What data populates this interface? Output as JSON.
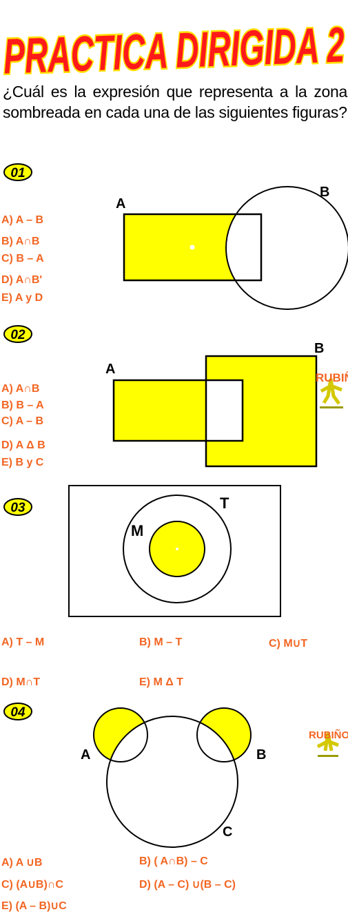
{
  "title": "PRACTICA DIRIGIDA 2",
  "question": "¿Cuál es la expresión que representa a la zona sombreada en  cada una de las siguientes figuras?",
  "colors": {
    "shade": "#ffff00",
    "option": "#f26522",
    "title_fill": "#ff1a1a",
    "title_outline": "#ffe000"
  },
  "problems": [
    {
      "number": "01",
      "labels": {
        "a": "A",
        "b": "B"
      },
      "options": [
        "A) A – B",
        "B) A∩B",
        "C) B – A",
        "D) A∩B'",
        "E) A y D"
      ]
    },
    {
      "number": "02",
      "labels": {
        "a": "A",
        "b": "B"
      },
      "options": [
        "A) A∩B",
        "B) B – A",
        "C) A – B",
        "D) A  Δ  B",
        "E) B y C"
      ]
    },
    {
      "number": "03",
      "labels": {
        "m": "M",
        "t": "T"
      },
      "options": [
        "A) T – M",
        "B) M – T",
        "C) M∪T",
        "D) M∩T",
        "E) M Δ T"
      ]
    },
    {
      "number": "04",
      "labels": {
        "a": "A",
        "b": "B",
        "c": "C"
      },
      "options": [
        "A) A ∪B",
        "B) ( A∩B) – C",
        "C) (A∪B)∩C",
        "D) (A – C) ∪(B – C)",
        "E) (A – B)∪C"
      ]
    }
  ],
  "logo_text": "RUBIÑOS"
}
